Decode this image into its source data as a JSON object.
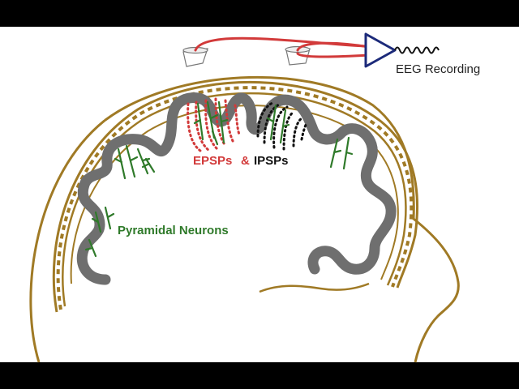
{
  "labels": {
    "eeg_recording": "EEG Recording",
    "epsps": "EPSPs",
    "ampersand": "&",
    "ipsps": "IPSPs",
    "pyramidal_neurons": "Pyramidal Neurons"
  },
  "colors": {
    "background": "#ffffff",
    "letterbox": "#000000",
    "head_outline": "#a07a25",
    "cortex": "#6f6f6f",
    "neuron": "#2f7a2a",
    "excitatory": "#d23a3a",
    "inhibitory": "#111111",
    "wire": "#d23a3a",
    "amplifier": "#1c2a7a",
    "text_dark": "#222222"
  },
  "icons": {
    "electrodes": "electrode-icon",
    "amplifier": "amplifier-triangle-icon",
    "signal": "eeg-wave-icon"
  }
}
